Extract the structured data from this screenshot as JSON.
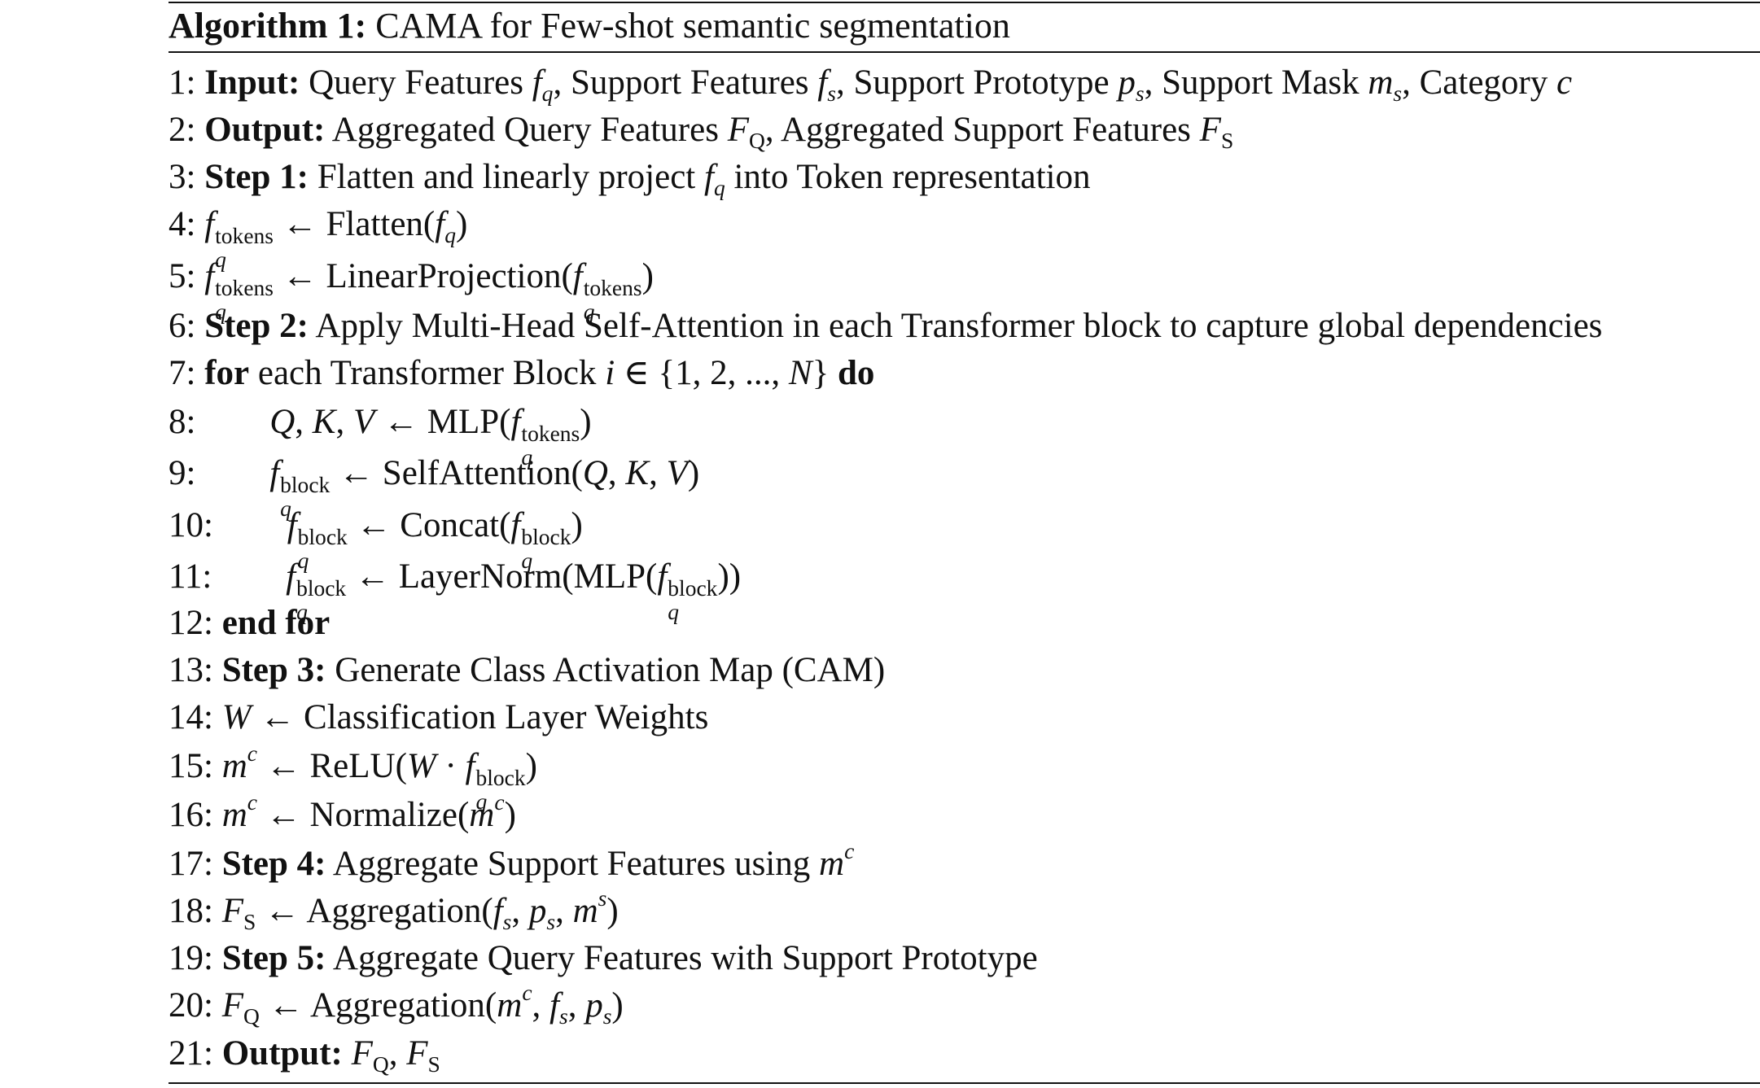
{
  "algorithm": {
    "label": "Algorithm 1:",
    "title": "CAMA for Few-shot semantic segmentation"
  },
  "lines": {
    "l1": {
      "num": "1:",
      "kw": "Input:",
      "text": " Query Features f_q, Support Features f_s, Support Prototype p_s, Support Mask m_s, Category c"
    },
    "l2": {
      "num": "2:",
      "kw": "Output:",
      "text": " Aggregated Query Features F_Q, Aggregated Support Features F_S"
    },
    "l3": {
      "num": "3:",
      "kw": "Step 1:",
      "text": " Flatten and linearly project f_q into Token representation"
    },
    "l4": {
      "num": "4:",
      "text": "f_q^tokens ← Flatten(f_q)"
    },
    "l5": {
      "num": "5:",
      "text": "f_q^tokens ← LinearProjection(f_q^tokens)"
    },
    "l6": {
      "num": "6:",
      "kw": "Step 2:",
      "text": " Apply Multi-Head Self-Attention in each Transformer block to capture global dependencies"
    },
    "l7": {
      "num": "7:",
      "kw": "for",
      "text": " each Transformer Block i ∈ {1, 2, ..., N} ",
      "kw2": "do"
    },
    "l8": {
      "num": "8:",
      "text": "Q, K, V ← MLP(f_q^tokens)"
    },
    "l9": {
      "num": "9:",
      "text": "f_q^block ← SelfAttention(Q, K, V)"
    },
    "l10": {
      "num": "10:",
      "text": "f_q^block ← Concat(f_q^block)"
    },
    "l11": {
      "num": "11:",
      "text": "f_q^block ← LayerNorm(MLP(f_q^block))"
    },
    "l12": {
      "num": "12:",
      "kw": "end for"
    },
    "l13": {
      "num": "13:",
      "kw": "Step 3:",
      "text": " Generate Class Activation Map (CAM)"
    },
    "l14": {
      "num": "14:",
      "text": "W ← Classification Layer Weights"
    },
    "l15": {
      "num": "15:",
      "text": "m^c ← ReLU(W · f_q^block)"
    },
    "l16": {
      "num": "16:",
      "text": "m^c ← Normalize(m^c)"
    },
    "l17": {
      "num": "17:",
      "kw": "Step 4:",
      "text": " Aggregate Support Features using m^c"
    },
    "l18": {
      "num": "18:",
      "text": "F_S ← Aggregation(f_s, p_s, m^s)"
    },
    "l19": {
      "num": "19:",
      "kw": "Step 5:",
      "text": " Aggregate Query Features with Support Prototype"
    },
    "l20": {
      "num": "20:",
      "text": "F_Q ← Aggregation(m^c, f_s, p_s)"
    },
    "l21": {
      "num": "21:",
      "kw": "Output:",
      "text": " F_Q, F_S"
    }
  }
}
